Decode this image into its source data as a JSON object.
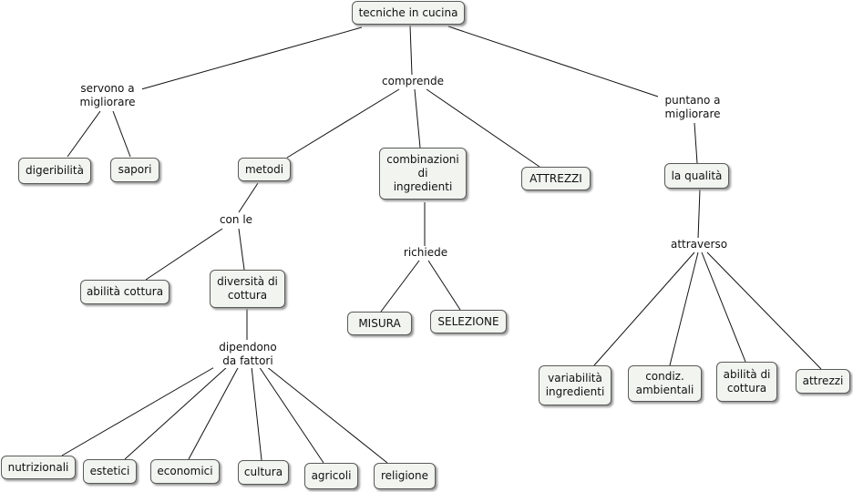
{
  "concepts": {
    "root": "tecniche in cucina",
    "digeribilita": "digeribilità",
    "sapori": "sapori",
    "metodi": "metodi",
    "combinazioni": "combinazioni\ndi\ningredienti",
    "attrezzi_caps": "ATTREZZI",
    "qualita": "la qualità",
    "abilita_cottura": "abilità cottura",
    "diversita": "diversità di\ncottura",
    "misura": "MISURA",
    "selezione": "SELEZIONE",
    "variabilita": "variabilità\ningredienti",
    "condiz": "condiz.\nambientali",
    "abilita_di_cottura": "abilità di\ncottura",
    "attrezzi": "attrezzi",
    "nutrizionali": "nutrizionali",
    "estetici": "estetici",
    "economici": "economici",
    "cultura": "cultura",
    "agricoli": "agricoli",
    "religione": "religione"
  },
  "links": {
    "servono": "servono a\nmigliorare",
    "comprende": "comprende",
    "puntano": "puntano a\nmigliorare",
    "con_le": "con le",
    "richiede": "richiede",
    "attraverso": "attraverso",
    "dipendono": "dipendono\nda fattori"
  }
}
